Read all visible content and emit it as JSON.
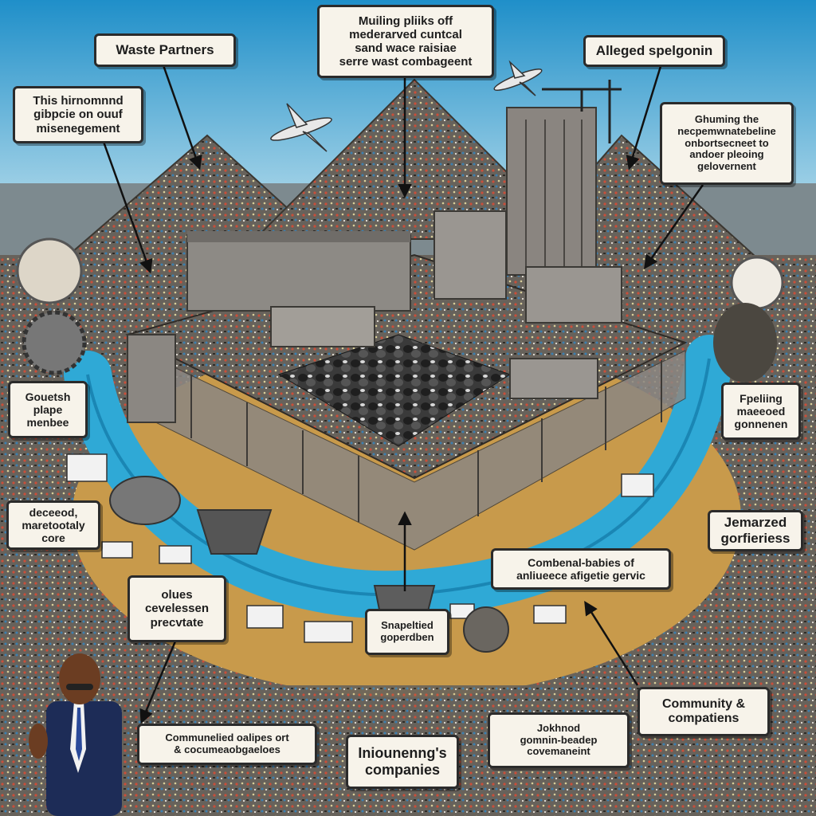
{
  "colors": {
    "sky_top": "#1f8fc9",
    "sky_bottom": "#bfe3ef",
    "river": "#2fa9d6",
    "river_edge": "#0e6f9c",
    "sand": "#c89a4b",
    "garbage": "#6b6660",
    "building": "#8d8a85",
    "callout_bg": "#f7f3ea",
    "callout_border": "#2b2b2b"
  },
  "callouts": {
    "c1": "Waste Partners",
    "c2": "Muiling pliiks off\nmederarved cuntcal\nsand wace raisiae\nserre wast combageent",
    "c3": "Alleged spelgonin",
    "c4": "This hirnomnnd\ngibpcie on ouuf\nmisenegement",
    "c5": "Ghuming the\nnecpemwnatebeline\nonbortsecneet to\nandoer pleoing\ngelovernent",
    "c6": "Gouetsh\nplape\nmenbee",
    "c7": "Fpeliing\nmaeeoed\ngonnenen",
    "c8": "deceeod,\nmaretootaly\ncore",
    "c9": "Jemarzed\ngorfieriess",
    "c10": "Combenal-babies of\nanliueece afigetie gervic",
    "c11": "olues\ncevelessen\nprecvtate",
    "c12": "Snapeltied\ngoperdben",
    "c13": "Community &\ncompatiens",
    "c14": "Communelied oalipes ort\n& cocumeaobgaeloes",
    "c15": "Iniounenng's\ncompanies",
    "c16": "Jokhnod\ngomnin-beadep\ncovemaneint"
  }
}
